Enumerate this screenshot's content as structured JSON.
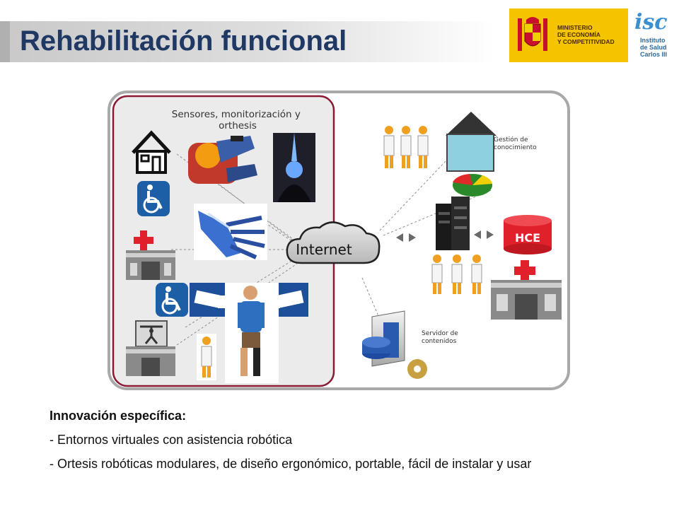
{
  "slide": {
    "title": "Rehabilitación funcional"
  },
  "logos": {
    "ministry_text": "MINISTERIO\nDE ECONOMÍA\nY COMPETITIVIDAD",
    "isc_mark": "isc",
    "isc_text": "Instituto\nde Salud\nCarlos III"
  },
  "diagram": {
    "left_panel_label": "Sensores, monitorización y\northesis",
    "internet_label": "Internet",
    "knowledge_label": "Gestión de\nconocimiento",
    "hce_label": "HCE",
    "content_server_label": "Servidor de\ncontenidos"
  },
  "body": {
    "heading": "Innovación específica:",
    "bullets": [
      "- Entornos virtuales con asistencia robótica",
      "- Ortesis robóticas modulares, de diseño ergonómico, portable, fácil de instalar y usar"
    ]
  },
  "colors": {
    "title": "#1f3864",
    "panel_border": "#8a1a33",
    "hce_red": "#e0202a",
    "ministry_yellow": "#f5c400",
    "isc_blue": "#3a8fd0"
  }
}
